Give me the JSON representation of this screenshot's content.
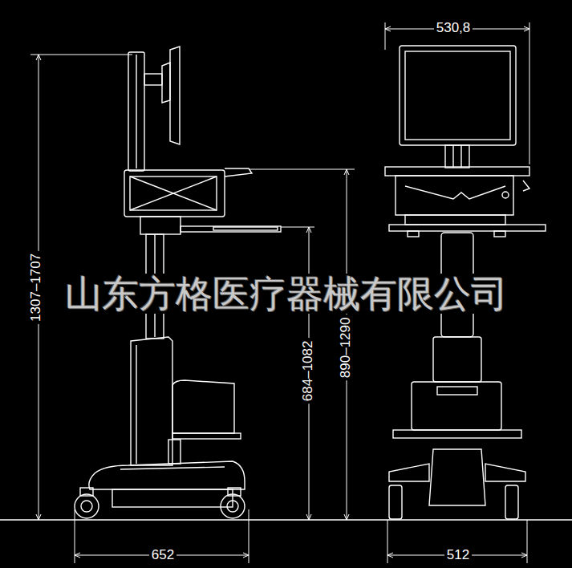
{
  "diagram": {
    "labels": [
      "530,8",
      "1307–1707",
      "山东方格医疗器械有限公司",
      "684–1082",
      "890–1290",
      "652",
      "512"
    ]
  }
}
